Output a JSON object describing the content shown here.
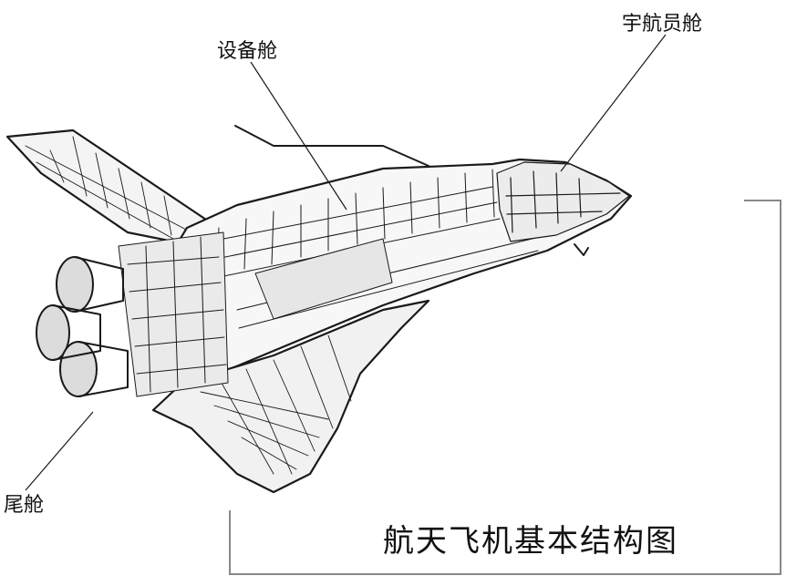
{
  "labels": {
    "equipment_bay": "设备舱",
    "crew_cabin": "宇航员舱",
    "tail_section": "尾舱"
  },
  "caption": "航天飞机基本结构图",
  "colors": {
    "ink": "#1a1a1a",
    "frame": "#888888",
    "background": "#ffffff"
  }
}
